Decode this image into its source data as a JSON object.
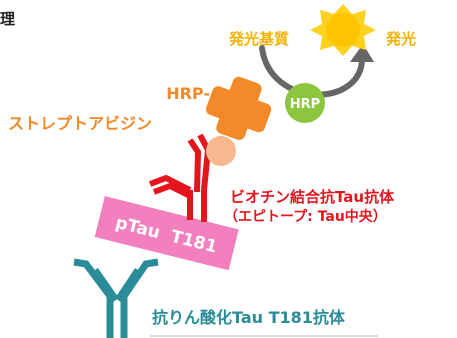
{
  "title_fragment": "理",
  "colors": {
    "orange": "#F4892A",
    "substrate": "#F2B300",
    "green": "#8CC63F",
    "red": "#E5151E",
    "pink": "#F27FBE",
    "teal": "#2B8C99",
    "gray": "#666666",
    "sun": "#FFD21F",
    "peach": "#F7B88F"
  },
  "labels": {
    "substrate": "発光基質",
    "light": "発光",
    "hrp_molecule": "HRP",
    "hrp_streptavidin_line1": "HRP-",
    "hrp_streptavidin_line2": "ストレプトアビジン",
    "biotin_antibody_line1": "ビオチン結合抗Tau抗体",
    "biotin_antibody_line2": "（エピトープ: Tau中央）",
    "ptau_fragment": "pTau  T181",
    "phospho_antibody": "抗りん酸化Tau T181抗体"
  },
  "icons": {
    "sun": "sun-icon",
    "arrow": "curved-arrow-icon"
  }
}
